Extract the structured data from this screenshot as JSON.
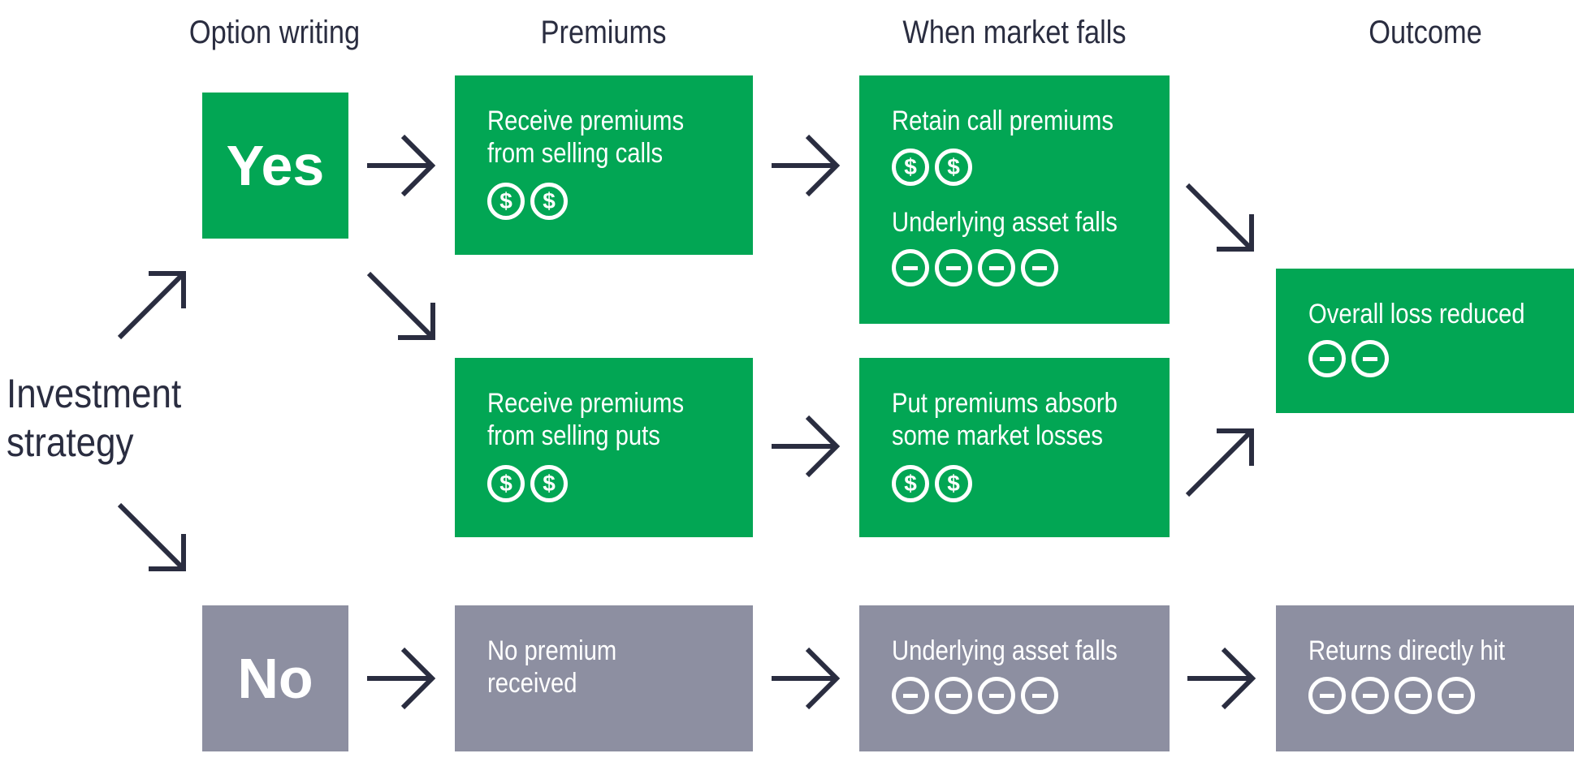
{
  "headers": {
    "option_writing": "Option writing",
    "premiums": "Premiums",
    "when_market_falls": "When market falls",
    "outcome": "Outcome"
  },
  "side_label": "Investment\nstrategy",
  "yes_box": {
    "label": "Yes"
  },
  "no_box": {
    "label": "No"
  },
  "calls_box": {
    "text": "Receive premiums\nfrom selling calls",
    "icon": "dollar-coin-icon",
    "icon_count": 2
  },
  "puts_box": {
    "text": "Receive premiums\nfrom selling puts",
    "icon": "dollar-coin-icon",
    "icon_count": 2
  },
  "no_premium_box": {
    "text": "No premium\nreceived"
  },
  "retain_box": {
    "text1": "Retain call premiums",
    "icon1": "dollar-coin-icon",
    "icon1_count": 2,
    "text2": "Underlying asset falls",
    "icon2": "minus-circle-icon",
    "icon2_count": 4
  },
  "absorb_box": {
    "text": "Put premiums absorb\nsome market losses",
    "icon": "dollar-coin-icon",
    "icon_count": 2
  },
  "underlying_falls_box": {
    "text": "Underlying asset falls",
    "icon": "minus-circle-icon",
    "icon_count": 4
  },
  "overall_loss_box": {
    "text": "Overall loss reduced",
    "icon": "minus-circle-icon",
    "icon_count": 2
  },
  "returns_hit_box": {
    "text": "Returns directly hit",
    "icon": "minus-circle-icon",
    "icon_count": 4
  },
  "colors": {
    "green": "#02a654",
    "gray": "#8d8fa1",
    "navy": "#2a2d40"
  }
}
